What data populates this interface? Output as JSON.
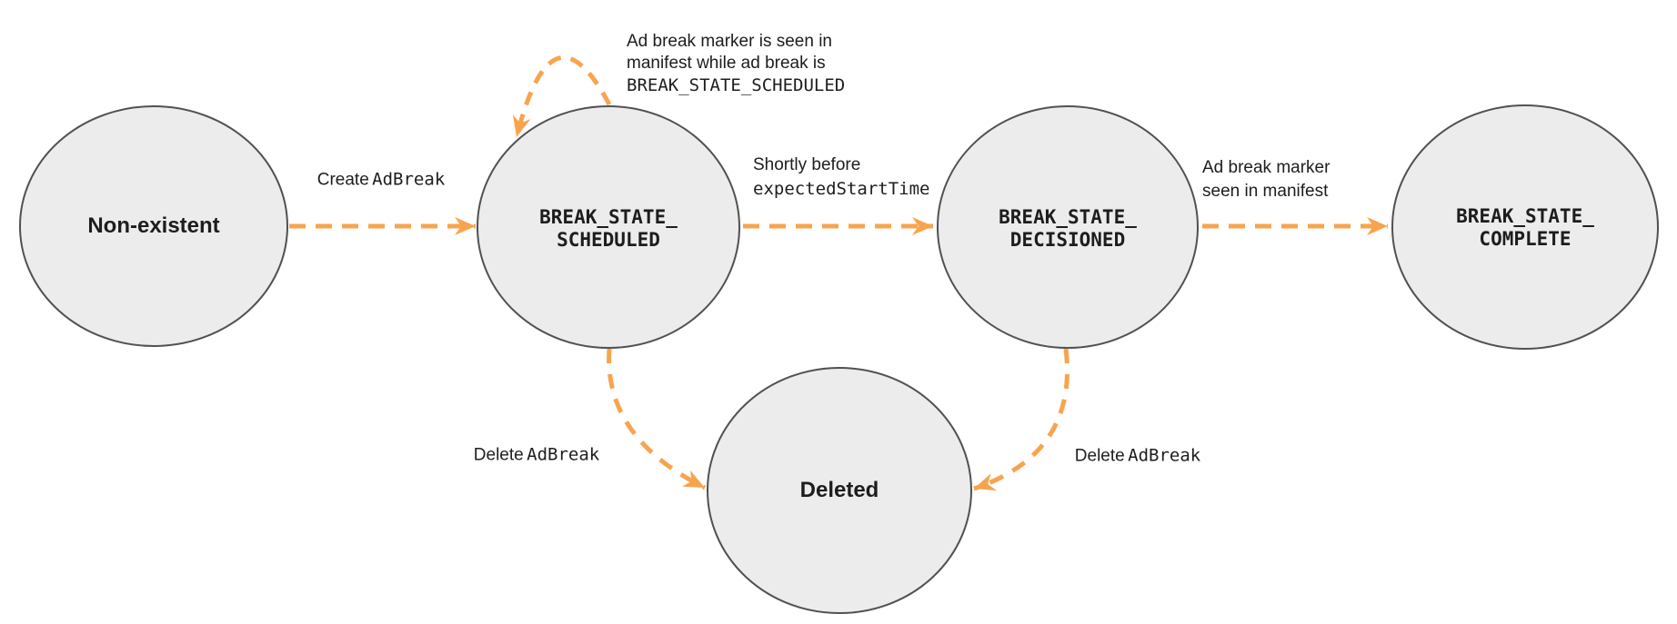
{
  "colors": {
    "accent": "#F8A44E",
    "node_fill": "#ECECEC",
    "node_stroke": "#515153",
    "text": "#1D1D1F"
  },
  "nodes": {
    "non_existent": {
      "label": "Non-existent"
    },
    "scheduled": {
      "line1": "BREAK_STATE_",
      "line2": "SCHEDULED"
    },
    "decisioned": {
      "line1": "BREAK_STATE_",
      "line2": "DECISIONED"
    },
    "complete": {
      "line1": "BREAK_STATE_",
      "line2": "COMPLETE"
    },
    "deleted": {
      "label": "Deleted"
    }
  },
  "edges": {
    "create": {
      "sans": "Create",
      "mono": "AdBreak"
    },
    "self_loop": {
      "line1": "Ad break marker is seen in",
      "line2": "manifest while ad break is",
      "line3_mono": "BREAK_STATE_SCHEDULED"
    },
    "to_decisioned": {
      "line1_sans": "Shortly before",
      "line2_mono": "expectedStartTime"
    },
    "to_complete": {
      "line1": "Ad break marker",
      "line2": "seen in manifest"
    },
    "delete_from_scheduled": {
      "sans": "Delete",
      "mono": "AdBreak"
    },
    "delete_from_decisioned": {
      "sans": "Delete",
      "mono": "AdBreak"
    }
  }
}
